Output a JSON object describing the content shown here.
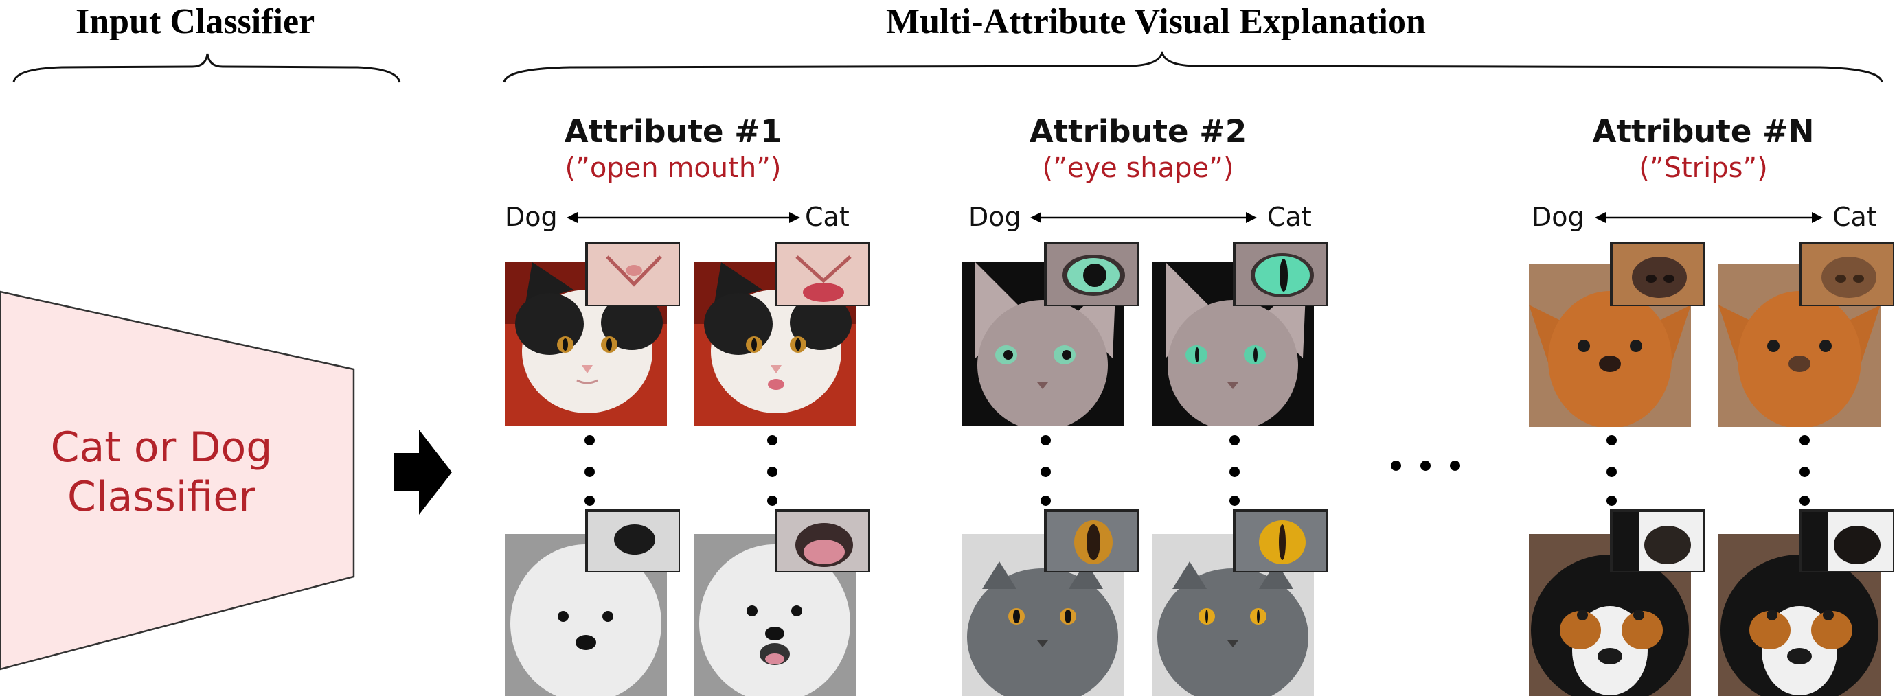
{
  "headers": {
    "input_classifier": "Input Classifier",
    "explanation": "Multi-Attribute Visual Explanation"
  },
  "classifier": {
    "line1": "Cat or Dog",
    "line2": "Classifier"
  },
  "attributes": [
    {
      "title": "Attribute #1",
      "subtitle": "(”open mouth”)",
      "left_label": "Dog",
      "right_label": "Cat"
    },
    {
      "title": "Attribute #2",
      "subtitle": "(”eye shape”)",
      "left_label": "Dog",
      "right_label": "Cat"
    },
    {
      "title": "Attribute #N",
      "subtitle": "(”Strips”)",
      "left_label": "Dog",
      "right_label": "Cat"
    }
  ],
  "colors": {
    "accent_red": "#b01c24",
    "classifier_fill": "#fde6e6"
  }
}
